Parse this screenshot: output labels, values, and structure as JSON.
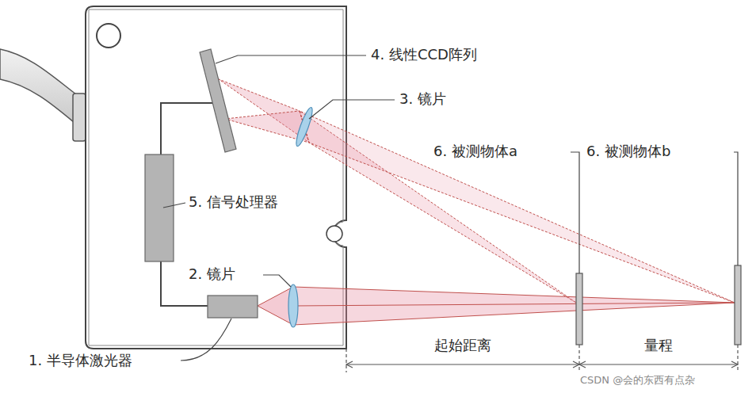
{
  "diagram": {
    "labels": [
      "4. 线性CCD阵列",
      "3. 镜片",
      "6. 被测物体a",
      "6. 被测物体b",
      "5. 信号处理器",
      "2. 镜片",
      "1. 半导体激光器",
      "起始距离",
      "量程",
      "CSDN @会的东西有点杂"
    ]
  }
}
